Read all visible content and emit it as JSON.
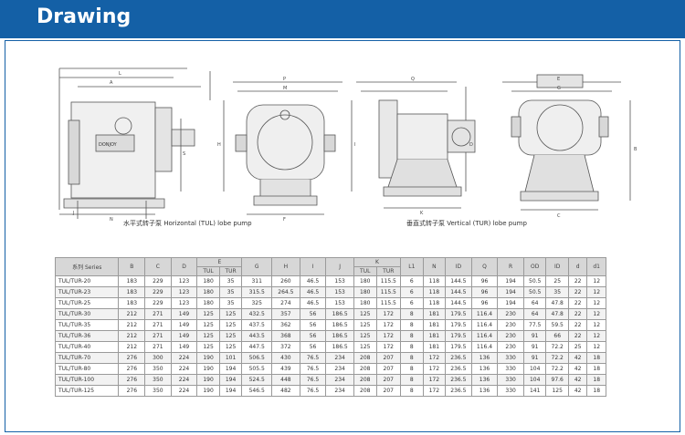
{
  "header": {
    "title": "Drawing"
  },
  "drawings": {
    "horizontal_caption": "水平式转子泵 Horizontal (TUL) lobe pump",
    "vertical_caption": "垂直式转子泵 Vertical (TUR) lobe pump",
    "nameplate": "DONJOY",
    "dimension_letters": [
      "L",
      "A",
      "N",
      "S",
      "P",
      "M",
      "H",
      "I",
      "F",
      "Q",
      "D",
      "K",
      "E",
      "G",
      "B",
      "C",
      "J"
    ]
  },
  "table": {
    "header_row1": [
      "系列 Series",
      "B",
      "C",
      "D",
      "E",
      "G",
      "H",
      "I",
      "J",
      "K",
      "L1",
      "N",
      "ID",
      "Q",
      "R",
      "OD",
      "ID",
      "d",
      "d1"
    ],
    "header_row2": [
      "TUL",
      "TUR",
      "TUL",
      "TUR"
    ],
    "rows": [
      [
        "TUL/TUR-20",
        "183",
        "229",
        "123",
        "180",
        "35",
        "311",
        "260",
        "46.5",
        "153",
        "180",
        "115.5",
        "6",
        "118",
        "144.5",
        "96",
        "194",
        "50.5",
        "25",
        "22",
        "12"
      ],
      [
        "TUL/TUR-23",
        "183",
        "229",
        "123",
        "180",
        "35",
        "315.5",
        "264.5",
        "46.5",
        "153",
        "180",
        "115.5",
        "6",
        "118",
        "144.5",
        "96",
        "194",
        "50.5",
        "35",
        "22",
        "12"
      ],
      [
        "TUL/TUR-25",
        "183",
        "229",
        "123",
        "180",
        "35",
        "325",
        "274",
        "46.5",
        "153",
        "180",
        "115.5",
        "6",
        "118",
        "144.5",
        "96",
        "194",
        "64",
        "47.8",
        "22",
        "12"
      ],
      [
        "TUL/TUR-30",
        "212",
        "271",
        "149",
        "125",
        "125",
        "432.5",
        "357",
        "56",
        "186.5",
        "125",
        "172",
        "8",
        "181",
        "179.5",
        "116.4",
        "230",
        "64",
        "47.8",
        "22",
        "12"
      ],
      [
        "TUL/TUR-35",
        "212",
        "271",
        "149",
        "125",
        "125",
        "437.5",
        "362",
        "56",
        "186.5",
        "125",
        "172",
        "8",
        "181",
        "179.5",
        "116.4",
        "230",
        "77.5",
        "59.5",
        "22",
        "12"
      ],
      [
        "TUL/TUR-36",
        "212",
        "271",
        "149",
        "125",
        "125",
        "443.5",
        "368",
        "56",
        "186.5",
        "125",
        "172",
        "8",
        "181",
        "179.5",
        "116.4",
        "230",
        "91",
        "66",
        "22",
        "12"
      ],
      [
        "TUL/TUR-40",
        "212",
        "271",
        "149",
        "125",
        "125",
        "447.5",
        "372",
        "56",
        "186.5",
        "125",
        "172",
        "8",
        "181",
        "179.5",
        "116.4",
        "230",
        "91",
        "72.2",
        "25",
        "12"
      ],
      [
        "TUL/TUR-70",
        "276",
        "300",
        "224",
        "190",
        "101",
        "506.5",
        "430",
        "76.5",
        "234",
        "208",
        "207",
        "8",
        "172",
        "236.5",
        "136",
        "330",
        "91",
        "72.2",
        "42",
        "18"
      ],
      [
        "TUL/TUR-80",
        "276",
        "350",
        "224",
        "190",
        "194",
        "505.5",
        "439",
        "76.5",
        "234",
        "208",
        "207",
        "8",
        "172",
        "236.5",
        "136",
        "330",
        "104",
        "72.2",
        "42",
        "18"
      ],
      [
        "TUL/TUR-100",
        "276",
        "350",
        "224",
        "190",
        "194",
        "524.5",
        "448",
        "76.5",
        "234",
        "208",
        "207",
        "8",
        "172",
        "236.5",
        "136",
        "330",
        "104",
        "97.6",
        "42",
        "18"
      ],
      [
        "TUL/TUR-125",
        "276",
        "350",
        "224",
        "190",
        "194",
        "546.5",
        "482",
        "76.5",
        "234",
        "208",
        "207",
        "8",
        "172",
        "236.5",
        "136",
        "330",
        "141",
        "125",
        "42",
        "18"
      ]
    ]
  },
  "colors": {
    "header_bg": "#1460a6",
    "header_text": "#ffffff",
    "table_head_bg": "#d7d7d7"
  }
}
